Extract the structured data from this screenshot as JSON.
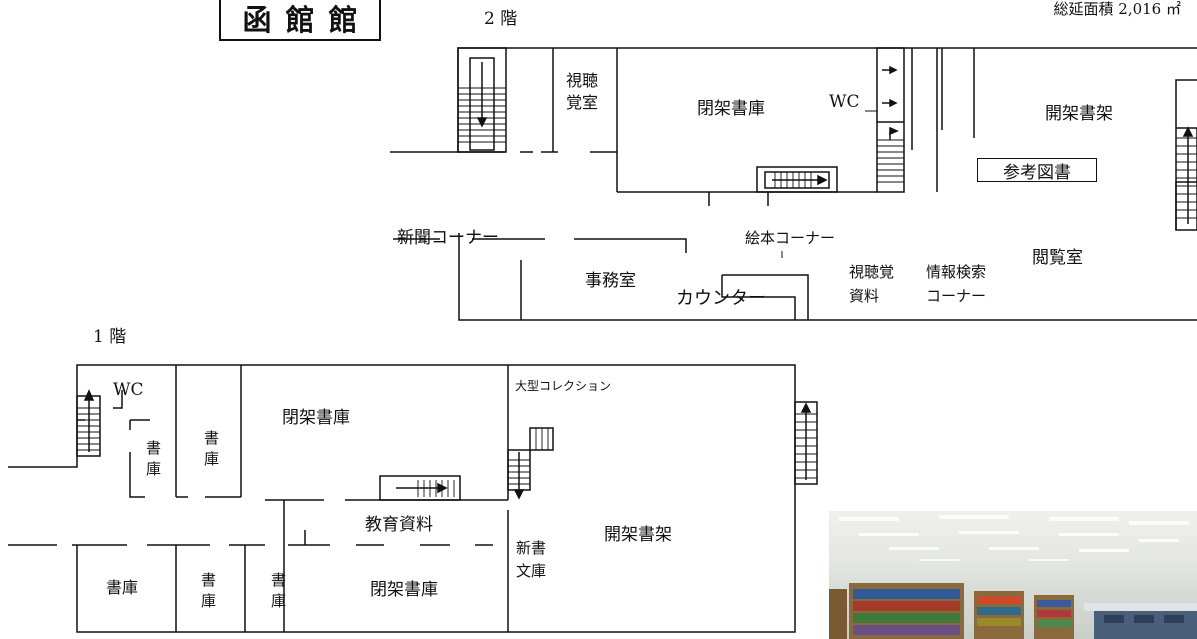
{
  "title": "函館館",
  "total_area": "総延面積 2,016 ㎡",
  "floor2": {
    "floor_label": "2 階",
    "rooms": {
      "av_room": "視聴覚室",
      "closed_stacks": "閉架書庫",
      "wc": "WC",
      "open_shelves": "開架書架",
      "reference": "参考図書",
      "newspaper_corner": "新聞コーナー",
      "picture_book_corner": "絵本コーナー",
      "office": "事務室",
      "counter": "カウンター",
      "av_materials": "視聴覚資料",
      "info_search": "情報検索コーナー",
      "reading_room": "閲覧室"
    }
  },
  "floor1": {
    "floor_label": "1 階",
    "rooms": {
      "wc": "WC",
      "stack_a": "書庫",
      "stack_b": "書庫",
      "closed_stacks_top": "閉架書庫",
      "large_collection": "大型コレクション",
      "education_materials": "教育資料",
      "new_books": "新書文庫",
      "open_shelves": "開架書架",
      "stack_c": "書庫",
      "stack_d": "書庫",
      "stack_e": "書庫",
      "closed_stacks_bottom": "閉架書庫"
    }
  },
  "photo": {
    "icon": "library-interior-photo"
  }
}
